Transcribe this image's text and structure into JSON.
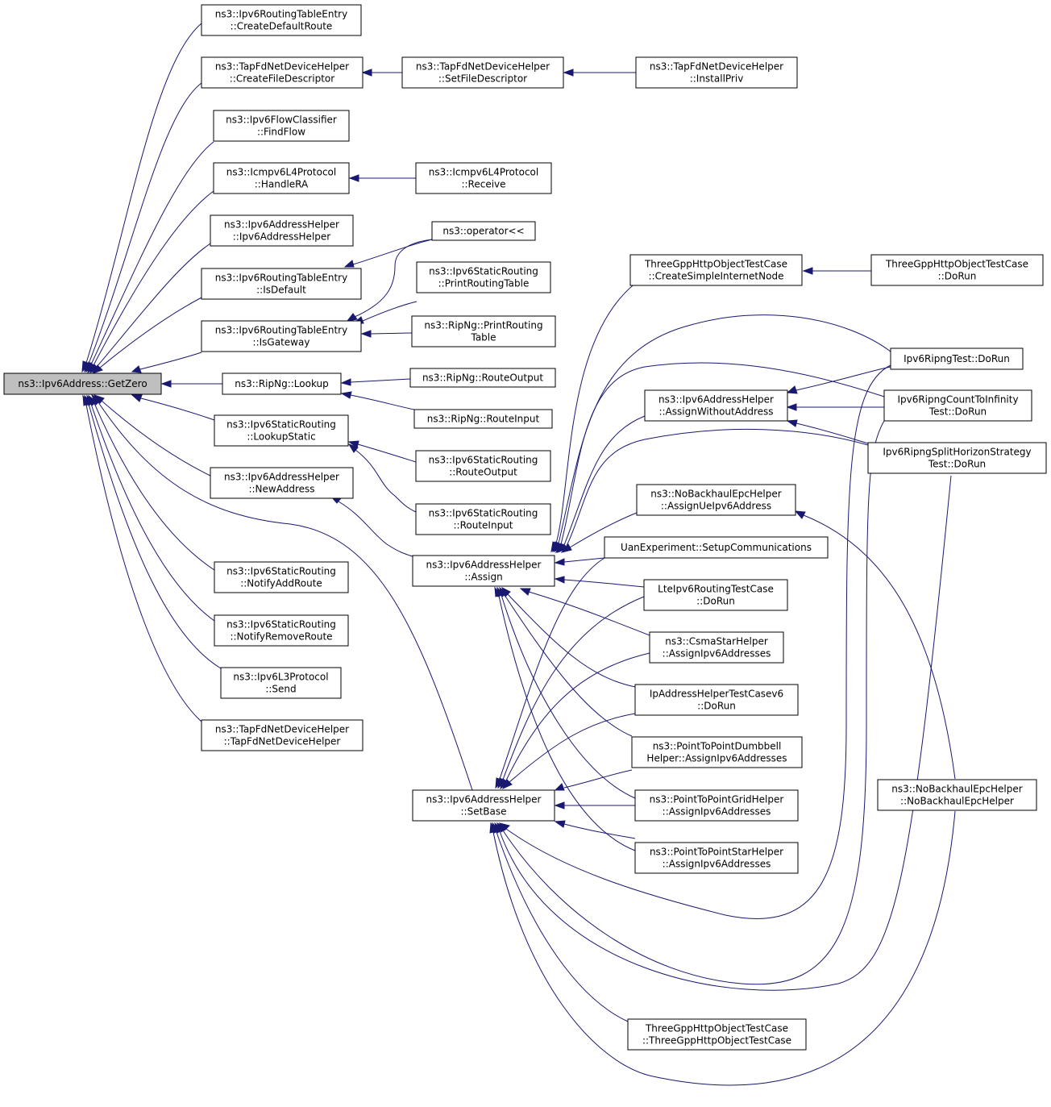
{
  "graph": {
    "root": "getzero",
    "nodes": [
      {
        "id": "getzero",
        "lines": [
          "ns3::Ipv6Address::GetZero"
        ]
      },
      {
        "id": "cdr",
        "lines": [
          "ns3::Ipv6RoutingTableEntry",
          "::CreateDefaultRoute"
        ]
      },
      {
        "id": "cfd",
        "lines": [
          "ns3::TapFdNetDeviceHelper",
          "::CreateFileDescriptor"
        ]
      },
      {
        "id": "sfd",
        "lines": [
          "ns3::TapFdNetDeviceHelper",
          "::SetFileDescriptor"
        ]
      },
      {
        "id": "ip",
        "lines": [
          "ns3::TapFdNetDeviceHelper",
          "::InstallPriv"
        ]
      },
      {
        "id": "ff",
        "lines": [
          "ns3::Ipv6FlowClassifier",
          "::FindFlow"
        ]
      },
      {
        "id": "hra",
        "lines": [
          "ns3::Icmpv6L4Protocol",
          "::HandleRA"
        ]
      },
      {
        "id": "rcv",
        "lines": [
          "ns3::Icmpv6L4Protocol",
          "::Receive"
        ]
      },
      {
        "id": "iah",
        "lines": [
          "ns3::Ipv6AddressHelper",
          "::Ipv6AddressHelper"
        ]
      },
      {
        "id": "op",
        "lines": [
          "ns3::operator<<"
        ]
      },
      {
        "id": "isd",
        "lines": [
          "ns3::Ipv6RoutingTableEntry",
          "::IsDefault"
        ]
      },
      {
        "id": "prt",
        "lines": [
          "ns3::Ipv6StaticRouting",
          "::PrintRoutingTable"
        ]
      },
      {
        "id": "isg",
        "lines": [
          "ns3::Ipv6RoutingTableEntry",
          "::IsGateway"
        ]
      },
      {
        "id": "rprt",
        "lines": [
          "ns3::RipNg::PrintRouting",
          "Table"
        ]
      },
      {
        "id": "lookup",
        "lines": [
          "ns3::RipNg::Lookup"
        ]
      },
      {
        "id": "rout",
        "lines": [
          "ns3::RipNg::RouteOutput"
        ]
      },
      {
        "id": "rin",
        "lines": [
          "ns3::RipNg::RouteInput"
        ]
      },
      {
        "id": "lst",
        "lines": [
          "ns3::Ipv6StaticRouting",
          "::LookupStatic"
        ]
      },
      {
        "id": "srout",
        "lines": [
          "ns3::Ipv6StaticRouting",
          "::RouteOutput"
        ]
      },
      {
        "id": "srin",
        "lines": [
          "ns3::Ipv6StaticRouting",
          "::RouteInput"
        ]
      },
      {
        "id": "na",
        "lines": [
          "ns3::Ipv6AddressHelper",
          "::NewAddress"
        ]
      },
      {
        "id": "assign",
        "lines": [
          "ns3::Ipv6AddressHelper",
          "::Assign"
        ]
      },
      {
        "id": "nar",
        "lines": [
          "ns3::Ipv6StaticRouting",
          "::NotifyAddRoute"
        ]
      },
      {
        "id": "nrr",
        "lines": [
          "ns3::Ipv6StaticRouting",
          "::NotifyRemoveRoute"
        ]
      },
      {
        "id": "send",
        "lines": [
          "ns3::Ipv6L3Protocol",
          "::Send"
        ]
      },
      {
        "id": "tfh",
        "lines": [
          "ns3::TapFdNetDeviceHelper",
          "::TapFdNetDeviceHelper"
        ]
      },
      {
        "id": "setbase",
        "lines": [
          "ns3::Ipv6AddressHelper",
          "::SetBase"
        ]
      },
      {
        "id": "csin",
        "lines": [
          "ThreeGppHttpObjectTestCase",
          "::CreateSimpleInternetNode"
        ]
      },
      {
        "id": "tgdr",
        "lines": [
          "ThreeGppHttpObjectTestCase",
          "::DoRun"
        ]
      },
      {
        "id": "awa",
        "lines": [
          "ns3::Ipv6AddressHelper",
          "::AssignWithoutAddress"
        ]
      },
      {
        "id": "ripdr",
        "lines": [
          "Ipv6RipngTest::DoRun"
        ]
      },
      {
        "id": "ctidr",
        "lines": [
          "Ipv6RipngCountToInfinity",
          "Test::DoRun"
        ]
      },
      {
        "id": "shdr",
        "lines": [
          "Ipv6RipngSplitHorizonStrategy",
          "Test::DoRun"
        ]
      },
      {
        "id": "nbaue",
        "lines": [
          "ns3::NoBackhaulEpcHelper",
          "::AssignUeIpv6Address"
        ]
      },
      {
        "id": "uan",
        "lines": [
          "UanExperiment::SetupCommunications"
        ]
      },
      {
        "id": "lte",
        "lines": [
          "LteIpv6RoutingTestCase",
          "::DoRun"
        ]
      },
      {
        "id": "csma",
        "lines": [
          "ns3::CsmaStarHelper",
          "::AssignIpv6Addresses"
        ]
      },
      {
        "id": "ipah",
        "lines": [
          "IpAddressHelperTestCasev6",
          "::DoRun"
        ]
      },
      {
        "id": "ptpd",
        "lines": [
          "ns3::PointToPointDumbbell",
          "Helper::AssignIpv6Addresses"
        ]
      },
      {
        "id": "ptpg",
        "lines": [
          "ns3::PointToPointGridHelper",
          "::AssignIpv6Addresses"
        ]
      },
      {
        "id": "ptps",
        "lines": [
          "ns3::PointToPointStarHelper",
          "::AssignIpv6Addresses"
        ]
      },
      {
        "id": "nbh",
        "lines": [
          "ns3::NoBackhaulEpcHelper",
          "::NoBackhaulEpcHelper"
        ]
      },
      {
        "id": "tgctor",
        "lines": [
          "ThreeGppHttpObjectTestCase",
          "::ThreeGppHttpObjectTestCase"
        ]
      }
    ]
  }
}
